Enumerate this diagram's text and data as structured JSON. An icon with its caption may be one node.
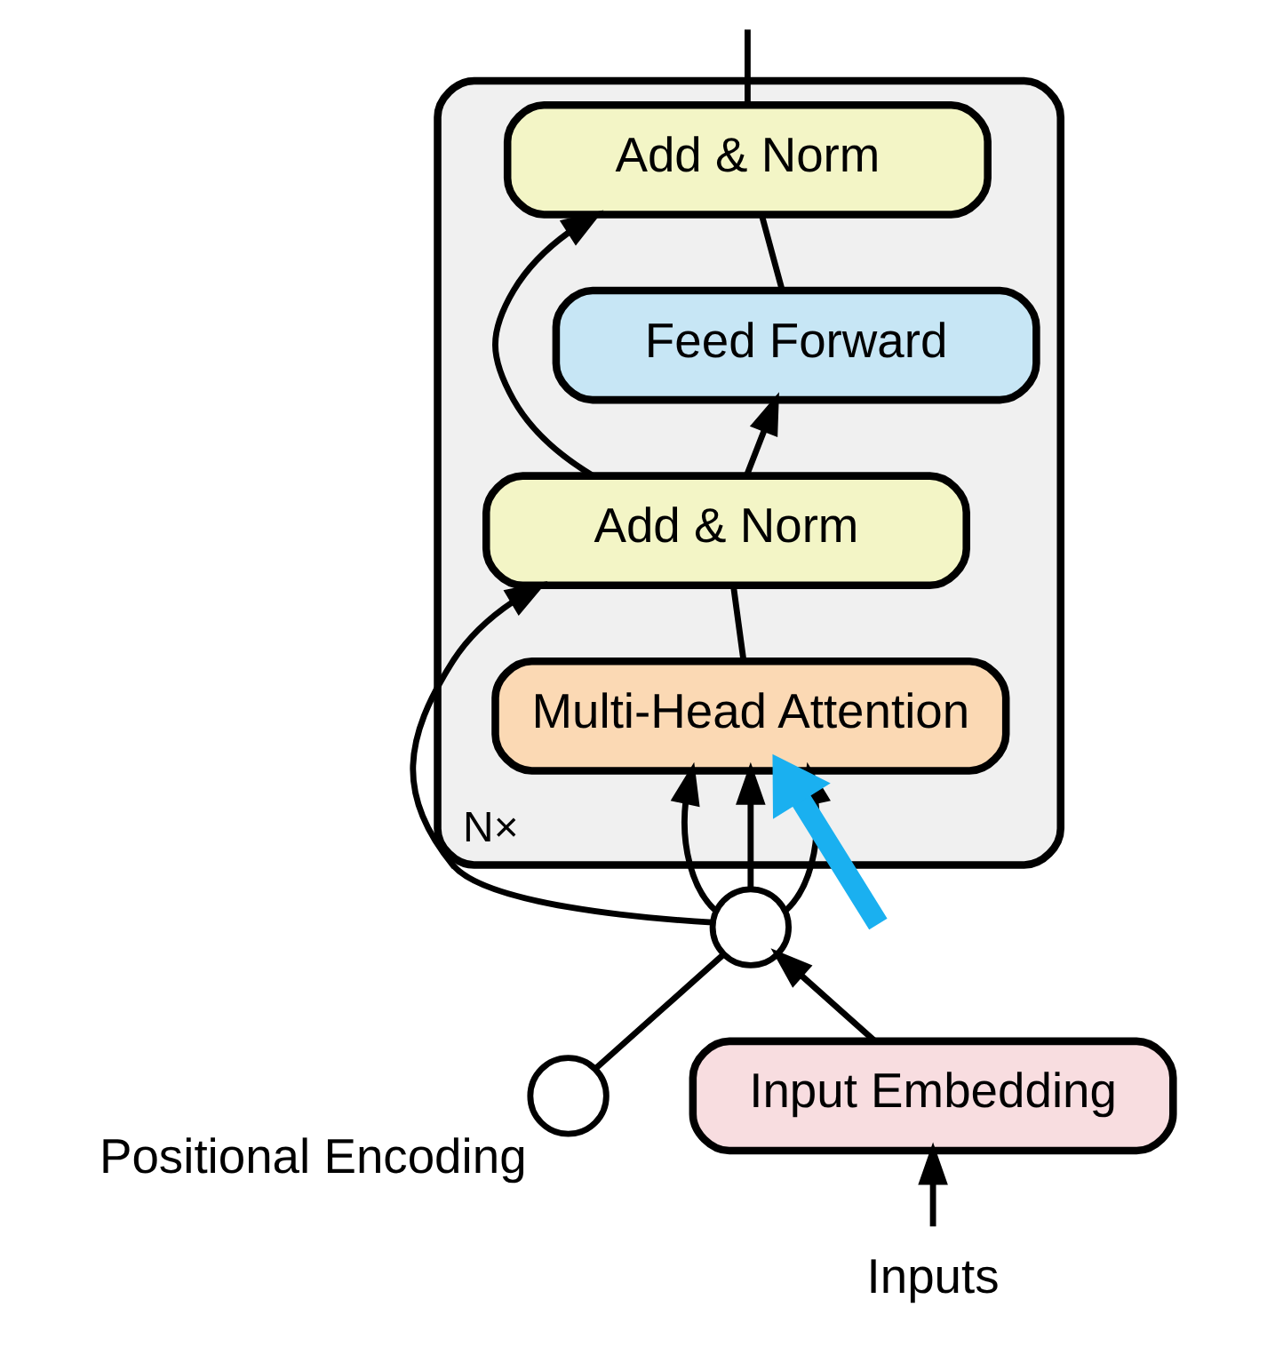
{
  "diagram": {
    "nodes": [
      {
        "text": [
          "N×"
        ]
      },
      {
        "text": [
          "Add & Norm"
        ],
        "in": 0
      },
      {
        "text": [
          "Feed Forward"
        ],
        "in": 0
      },
      {
        "text": [
          "Add & Norm"
        ],
        "in": 0
      },
      {
        "text": [
          "Multi-Head Attention"
        ],
        "in": 0
      },
      {
        "text": [],
        "shape": "circle",
        "beside": [
          "Positional Encoding"
        ]
      },
      {
        "text": [],
        "shape": "circle"
      },
      {
        "text": [
          "Input Embedding"
        ]
      },
      {
        "text": [
          "Inputs"
        ]
      }
    ],
    "edges": [
      {
        "from": 8,
        "to": 7,
        "arrow": "to"
      },
      {
        "from": 7,
        "to": 6,
        "arrow": "to"
      },
      {
        "from": 5,
        "to": 6,
        "arrow": "none"
      },
      {
        "from": 6,
        "to": 4,
        "arrow": "to"
      },
      {
        "from": 6,
        "to": 4,
        "arrow": "to"
      },
      {
        "from": 6,
        "to": 4,
        "arrow": "to"
      },
      {
        "from": 6,
        "to": 3,
        "arrow": "to"
      },
      {
        "from": 4,
        "to": 3,
        "arrow": "none"
      },
      {
        "from": 3,
        "to": 2,
        "arrow": "to"
      },
      {
        "from": 3,
        "to": 1,
        "arrow": "to"
      },
      {
        "from": 2,
        "to": 1,
        "arrow": "none"
      },
      {
        "from": 1,
        "to": null,
        "arrow": "none"
      },
      {
        "from": null,
        "to": 4,
        "arrow": "to",
        "style": "thick",
        "color": "#1ab0f0"
      }
    ]
  }
}
